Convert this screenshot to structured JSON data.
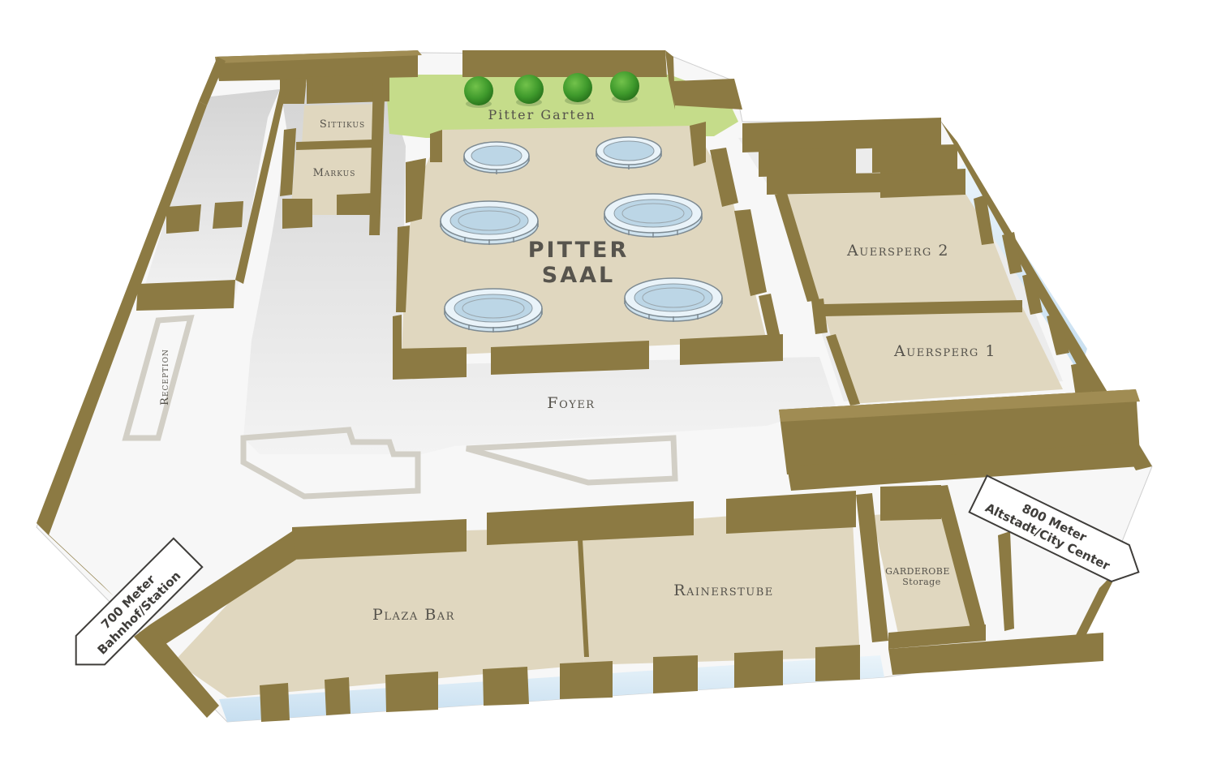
{
  "rooms": {
    "pitter_garten": "Pitter Garten",
    "sittikus": "Sittikus",
    "markus": "Markus",
    "pitter_saal_line1": "PITTER",
    "pitter_saal_line2": "SAAL",
    "auersperg_2": "Auersperg 2",
    "auersperg_1": "Auersperg 1",
    "foyer": "Foyer",
    "reception": "Reception",
    "plaza_bar": "Plaza Bar",
    "rainerstube": "Rainerstube",
    "garderobe_line1": "GARDEROBE",
    "garderobe_line2": "Storage"
  },
  "directions": {
    "left_line1": "700 Meter",
    "left_line2": "Bahnhof/Station",
    "right_line1": "800 Meter",
    "right_line2": "Altstadt/City Center"
  },
  "colors": {
    "wall": "#a08c53",
    "room_floor": "#e0d7bf",
    "corridor_floor": "#e6e6e6",
    "garden": "#c5dc8a",
    "tree": "#3f9a2c",
    "glass": "#d7e8f3"
  },
  "icons": {
    "tree": "tree-icon",
    "round_table": "round-table-icon",
    "arrow": "direction-arrow-icon"
  }
}
